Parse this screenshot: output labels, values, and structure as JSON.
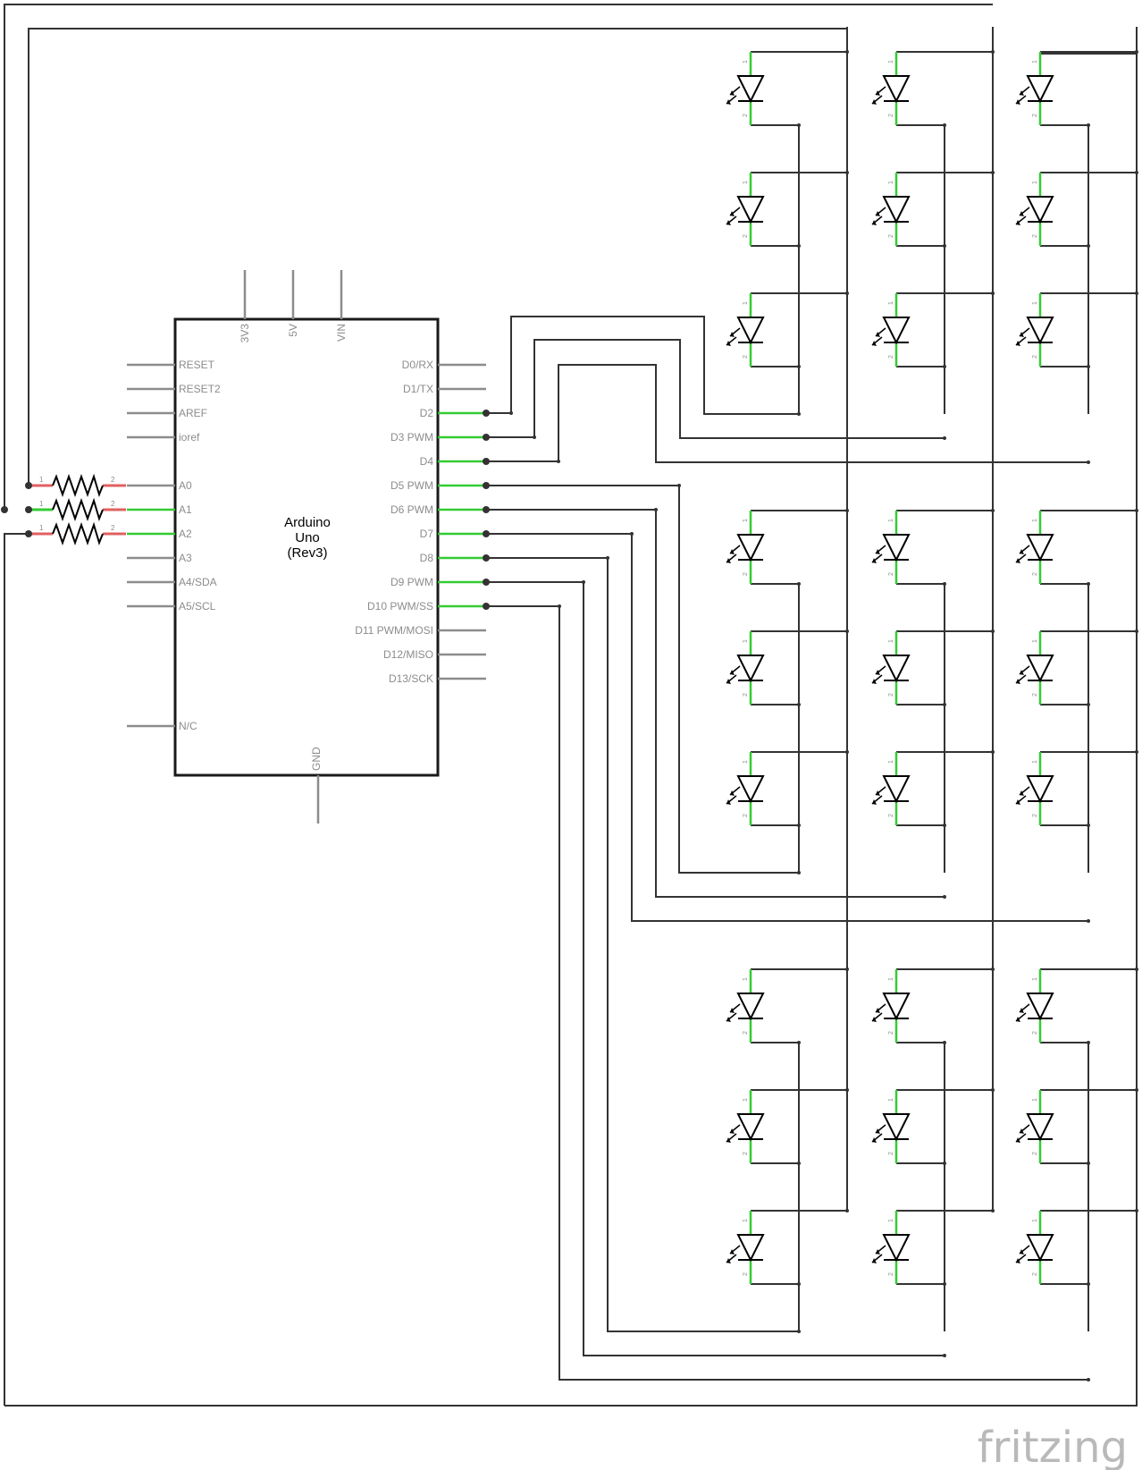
{
  "chip": {
    "name_lines": [
      "Arduino",
      "Uno",
      "(Rev3)"
    ],
    "left_pins": [
      "RESET",
      "RESET2",
      "AREF",
      "ioref",
      "A0",
      "A1",
      "A2",
      "A3",
      "A4/SDA",
      "A5/SCL",
      "N/C"
    ],
    "right_pins": [
      "D0/RX",
      "D1/TX",
      "D2",
      "D3 PWM",
      "D4",
      "D5 PWM",
      "D6 PWM",
      "D7",
      "D8",
      "D9 PWM",
      "D10 PWM/SS",
      "D11 PWM/MOSI",
      "D12/MISO",
      "D13/SCK"
    ],
    "top_pins": [
      "3V3",
      "5V",
      "VIN"
    ],
    "bottom_pins": [
      "GND"
    ]
  },
  "resistor_pin_labels": [
    "1",
    "2"
  ],
  "led_pin_labels": [
    "1",
    "2"
  ],
  "logo": "fritzing",
  "colors": {
    "wire": "#333333",
    "connected_pin": "#33cc33",
    "unconnected_pin": "#e06060",
    "pin_gray": "#8c8c8c"
  }
}
